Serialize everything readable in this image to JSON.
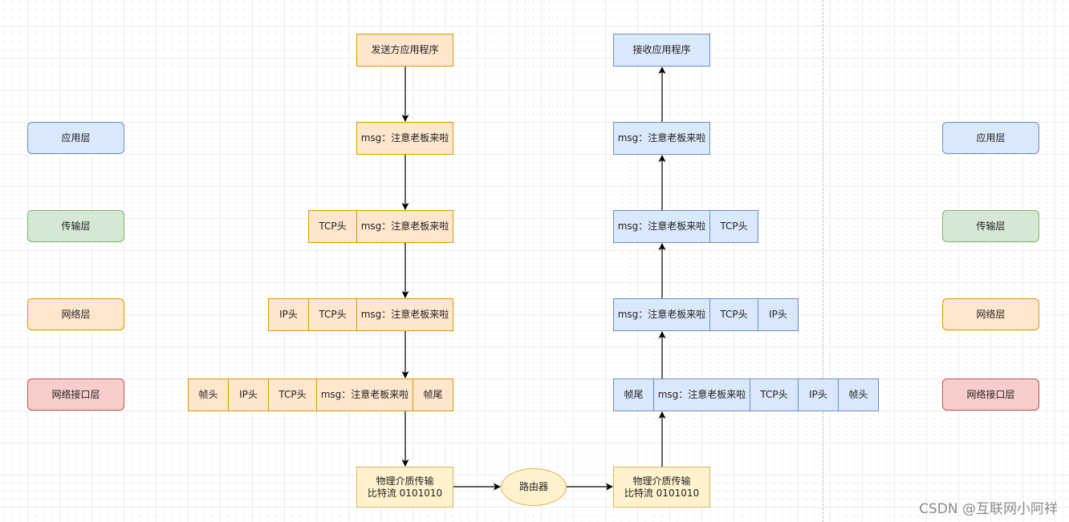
{
  "layers": {
    "application": "应用层",
    "transport": "传输层",
    "network": "网络层",
    "link": "网络接口层"
  },
  "sender": {
    "app": "发送方应用程序",
    "msg": "msg：注意老板来啦",
    "tcp_header": "TCP头",
    "ip_header": "IP头",
    "frame_header": "帧头",
    "frame_trailer": "帧尾",
    "physical_line1": "物理介质传输",
    "physical_line2": "比特流 0101010"
  },
  "router": "路由器",
  "receiver": {
    "app": "接收应用程序",
    "msg": "msg：注意老板来啦",
    "tcp_header": "TCP头",
    "ip_header": "IP头",
    "frame_header": "帧头",
    "frame_trailer": "帧尾",
    "physical_line1": "物理介质传输",
    "physical_line2": "比特流 0101010"
  },
  "watermark": "CSDN @互联网小阿祥",
  "colors": {
    "sender_fill": "#ffe6cc",
    "receiver_fill": "#dae8fc",
    "physical_fill": "#fff2cc",
    "transport_layer_fill": "#d5e8d4",
    "link_layer_fill": "#f8cecc"
  }
}
